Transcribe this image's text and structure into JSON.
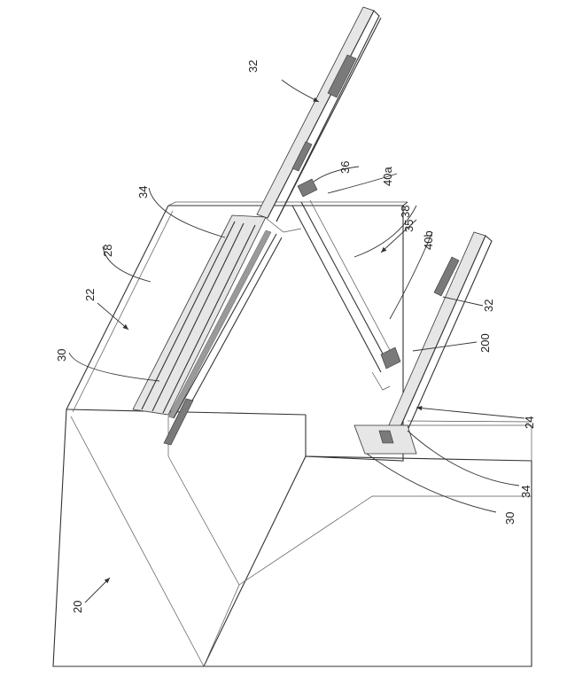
{
  "figure": {
    "labels": {
      "assembly": "20",
      "left_slide": "22",
      "right_slide": "24",
      "side_panel": "28",
      "rail_30_upper": "30",
      "rail_30_lower": "30",
      "member_32_upper": "32",
      "member_32_lower": "32",
      "part_34_upper": "34",
      "part_34_lower": "34",
      "part_35": "35",
      "part_36": "36",
      "part_38": "38",
      "part_40a": "40a",
      "part_40b": "40b",
      "part_200": "200"
    }
  }
}
